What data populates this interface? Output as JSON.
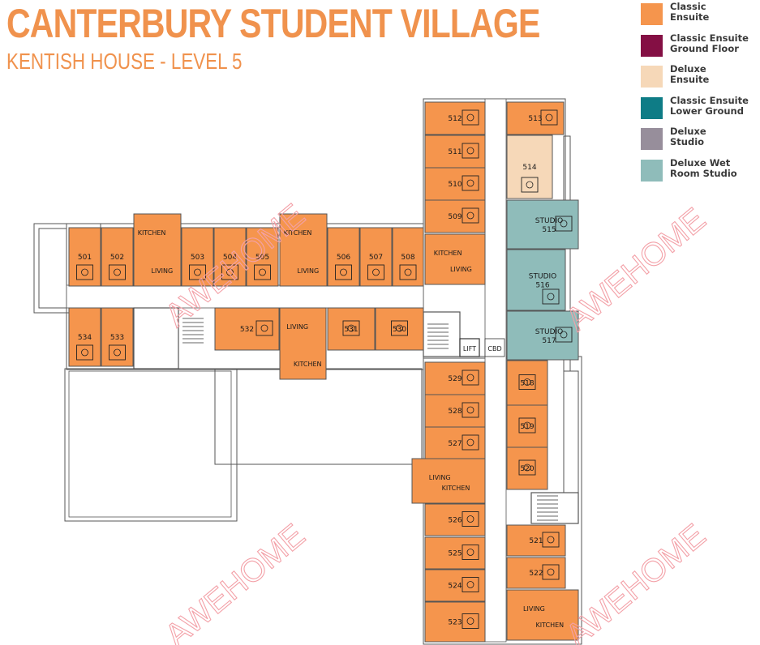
{
  "header": {
    "title": "CANTERBURY STUDENT VILLAGE",
    "subtitle": "KENTISH HOUSE - LEVEL 5"
  },
  "colors": {
    "brand": "#f0924d",
    "classic_ensuite": "#f5954d",
    "classic_ensuite_ground_floor": "#840f44",
    "deluxe_ensuite": "#f6d8b8",
    "classic_ensuite_lower_ground": "#0e7c86",
    "deluxe_studio": "#978e9b",
    "deluxe_wet_room_studio": "#8fbcba",
    "wall": "#555555",
    "watermark": "#f3a1a8"
  },
  "legend": [
    {
      "label": "Classic\nEnsuite",
      "color": "#f5954d"
    },
    {
      "label": "Classic Ensuite\nGround Floor",
      "color": "#840f44"
    },
    {
      "label": "Deluxe\nEnsuite",
      "color": "#f6d8b8"
    },
    {
      "label": "Classic Ensuite\nLower Ground",
      "color": "#0e7c86"
    },
    {
      "label": "Deluxe\nStudio",
      "color": "#978e9b"
    },
    {
      "label": "Deluxe Wet\nRoom Studio",
      "color": "#8fbcba"
    }
  ],
  "plan": {
    "lift": "LIFT",
    "cbd": "CBD",
    "watermark": "AWEHOME",
    "rooms": [
      {
        "num": "501",
        "type": "classic"
      },
      {
        "num": "502",
        "type": "classic"
      },
      {
        "num": "503",
        "type": "classic"
      },
      {
        "num": "504",
        "type": "classic"
      },
      {
        "num": "505",
        "type": "classic"
      },
      {
        "num": "506",
        "type": "classic"
      },
      {
        "num": "507",
        "type": "classic"
      },
      {
        "num": "508",
        "type": "classic"
      },
      {
        "num": "509",
        "type": "classic"
      },
      {
        "num": "510",
        "type": "classic"
      },
      {
        "num": "511",
        "type": "classic"
      },
      {
        "num": "512",
        "type": "classic"
      },
      {
        "num": "513",
        "type": "classic"
      },
      {
        "num": "514",
        "type": "deluxe"
      },
      {
        "num": "STUDIO\n515",
        "type": "wet_room_studio"
      },
      {
        "num": "STUDIO\n516",
        "type": "wet_room_studio"
      },
      {
        "num": "STUDIO\n517",
        "type": "wet_room_studio"
      },
      {
        "num": "518",
        "type": "classic"
      },
      {
        "num": "519",
        "type": "classic"
      },
      {
        "num": "520",
        "type": "classic"
      },
      {
        "num": "521",
        "type": "classic"
      },
      {
        "num": "522",
        "type": "classic"
      },
      {
        "num": "523",
        "type": "classic"
      },
      {
        "num": "524",
        "type": "classic"
      },
      {
        "num": "525",
        "type": "classic"
      },
      {
        "num": "526",
        "type": "classic"
      },
      {
        "num": "527",
        "type": "classic"
      },
      {
        "num": "528",
        "type": "classic"
      },
      {
        "num": "529",
        "type": "classic"
      },
      {
        "num": "530",
        "type": "classic"
      },
      {
        "num": "531",
        "type": "classic"
      },
      {
        "num": "532",
        "type": "classic"
      },
      {
        "num": "533",
        "type": "classic"
      },
      {
        "num": "534",
        "type": "classic"
      }
    ],
    "shared": [
      {
        "top": "KITCHEN",
        "bottom": "LIVING"
      },
      {
        "top": "KITCHEN",
        "bottom": "LIVING"
      },
      {
        "top": "KITCHEN",
        "bottom": "LIVING"
      },
      {
        "top": "LIVING",
        "bottom": "KITCHEN"
      },
      {
        "top": "LIVING",
        "bottom": "KITCHEN"
      },
      {
        "top": "LIVING",
        "bottom": "KITCHEN"
      }
    ]
  }
}
